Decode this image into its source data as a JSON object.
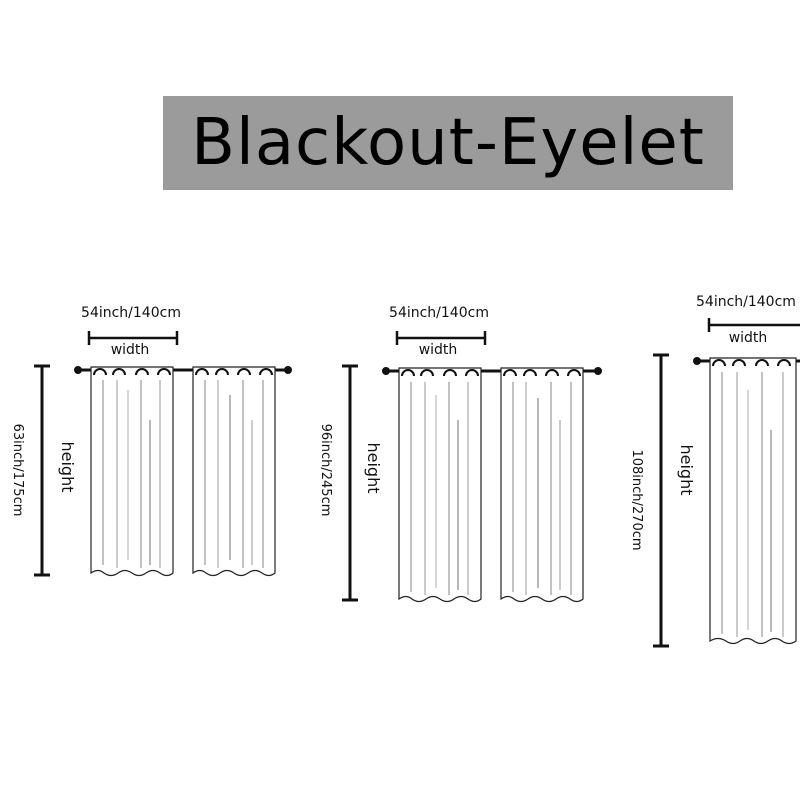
{
  "title": "Blackout-Eyelet",
  "variants": [
    {
      "width_label": "54inch/140cm",
      "width_word": "width",
      "height_word": "height",
      "height_label": "63inch/175cm"
    },
    {
      "width_label": "54inch/140cm",
      "width_word": "width",
      "height_word": "height",
      "height_label": "96inch/245cm"
    },
    {
      "width_label": "54inch/140cm",
      "width_word": "width",
      "height_word": "height",
      "height_label": "108inch/270cm"
    }
  ]
}
